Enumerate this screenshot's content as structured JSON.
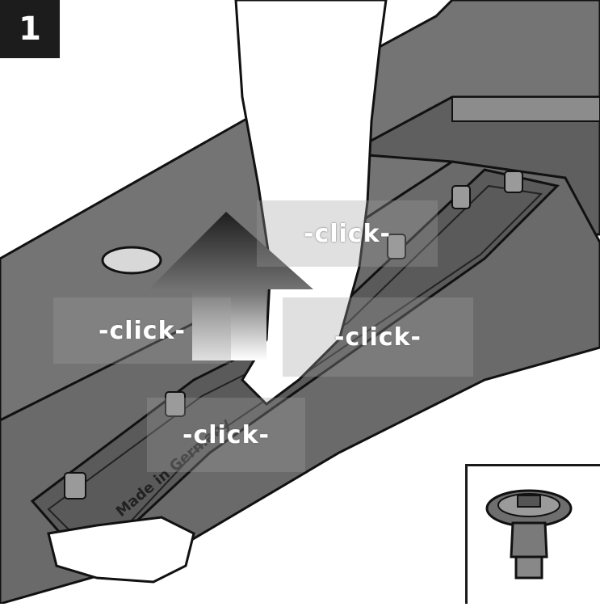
{
  "step": {
    "number": "1"
  },
  "labels": {
    "click_top": "-click-",
    "click_left": "-click-",
    "click_right": "-click-",
    "click_bottom": "-click-"
  },
  "housing": {
    "imprint": "Made in Germany"
  },
  "colors": {
    "body": "#6f6f6f",
    "body_light": "#8a8a8a",
    "body_dark": "#4f4f4f",
    "outline": "#111111",
    "arrow": "#1e1e1e"
  },
  "icons": [
    "up-arrow-icon",
    "valve-plug-icon",
    "hand-icon"
  ]
}
